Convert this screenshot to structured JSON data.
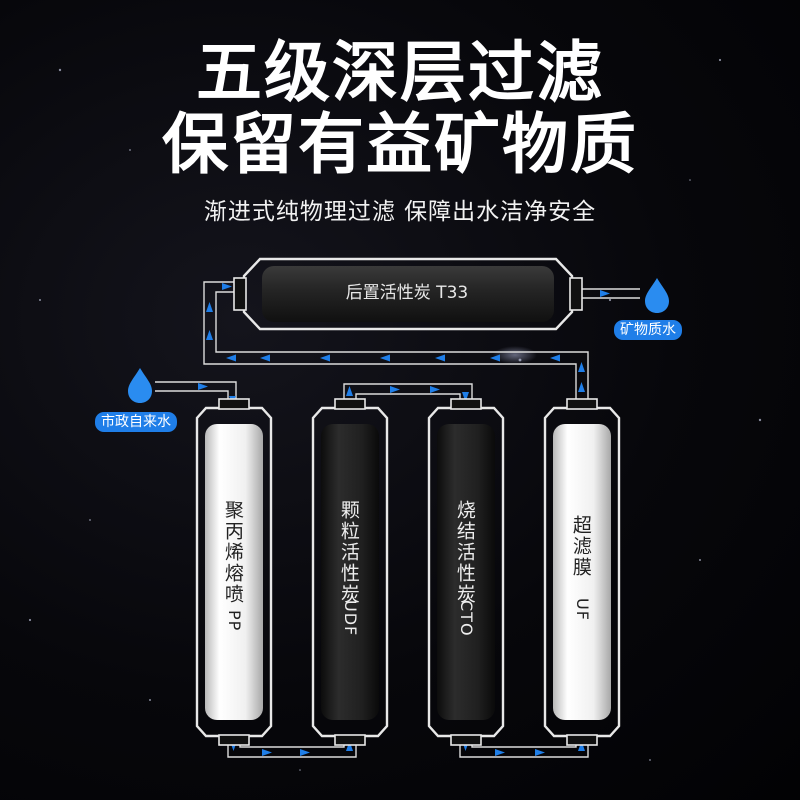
{
  "header": {
    "title_line1": "五级深层过滤",
    "title_line2": "保留有益矿物质",
    "subtitle": "渐进式纯物理过滤 保障出水洁净安全"
  },
  "filters": [
    {
      "name": "聚丙烯熔喷",
      "code": "PP",
      "color": "white"
    },
    {
      "name": "颗粒活性炭",
      "code": "UDF",
      "color": "dark"
    },
    {
      "name": "烧结活性炭",
      "code": "CTO",
      "color": "dark"
    },
    {
      "name": "超滤膜",
      "code": "UF",
      "color": "white"
    }
  ],
  "post_filter": {
    "label": "后置活性炭   T33"
  },
  "inlet_label": "市政自来水",
  "outlet_label": "矿物质水",
  "colors": {
    "flow_arrow": "#1f7ee8",
    "tag": "#1f7ee8",
    "cartridge_white": "#f4f4f4",
    "cartridge_dark": "#1a1a1a"
  }
}
